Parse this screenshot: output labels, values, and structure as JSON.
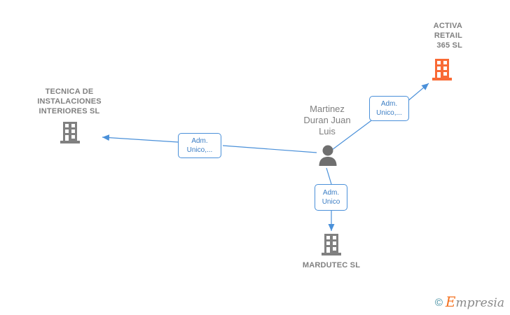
{
  "diagram": {
    "title": "Mercantile relations graph",
    "background": "#ffffff",
    "colors": {
      "company_gray": "#808080",
      "company_orange": "#f96a35",
      "person_gray": "#7f7f7f",
      "edge_blue": "#4a90d9",
      "label_text": "#3b7dc4",
      "label_border": "#4a90d9",
      "watermark_orange": "#f4711f",
      "watermark_teal": "#3c8a9e"
    },
    "nodes": [
      {
        "id": "activa-retail-365",
        "label": "ACTIVA\nRETAIL\n365  SL",
        "type": "company",
        "icon": "building-icon",
        "color": "#f96a35",
        "align": "right"
      },
      {
        "id": "tecnica-de-instalaciones-interiores",
        "label": "TECNICA DE\nINSTALACIONES\nINTERIORES SL",
        "type": "company",
        "icon": "building-icon",
        "color": "#808080",
        "align": "center"
      },
      {
        "id": "martinez-duran-juan-luis",
        "label": "Martinez\nDuran Juan\nLuis",
        "type": "person",
        "icon": "person-icon",
        "color": "#7f7f7f",
        "align": "center"
      },
      {
        "id": "mardutec",
        "label": "MARDUTEC  SL",
        "type": "company",
        "icon": "building-icon",
        "color": "#808080",
        "align": "center"
      }
    ],
    "edges": [
      {
        "id": "edge-to-activa-retail",
        "from": "martinez-duran-juan-luis",
        "to": "activa-retail-365",
        "label": "Adm.\nUnico,..."
      },
      {
        "id": "edge-to-tecnica",
        "from": "martinez-duran-juan-luis",
        "to": "tecnica-de-instalaciones-interiores",
        "label": "Adm.\nUnico,..."
      },
      {
        "id": "edge-to-mardutec",
        "from": "martinez-duran-juan-luis",
        "to": "mardutec",
        "label": "Adm.\nUnico"
      }
    ]
  },
  "watermark": {
    "copyright": "©",
    "brand_lead": "E",
    "brand_rest": "mpresia"
  }
}
